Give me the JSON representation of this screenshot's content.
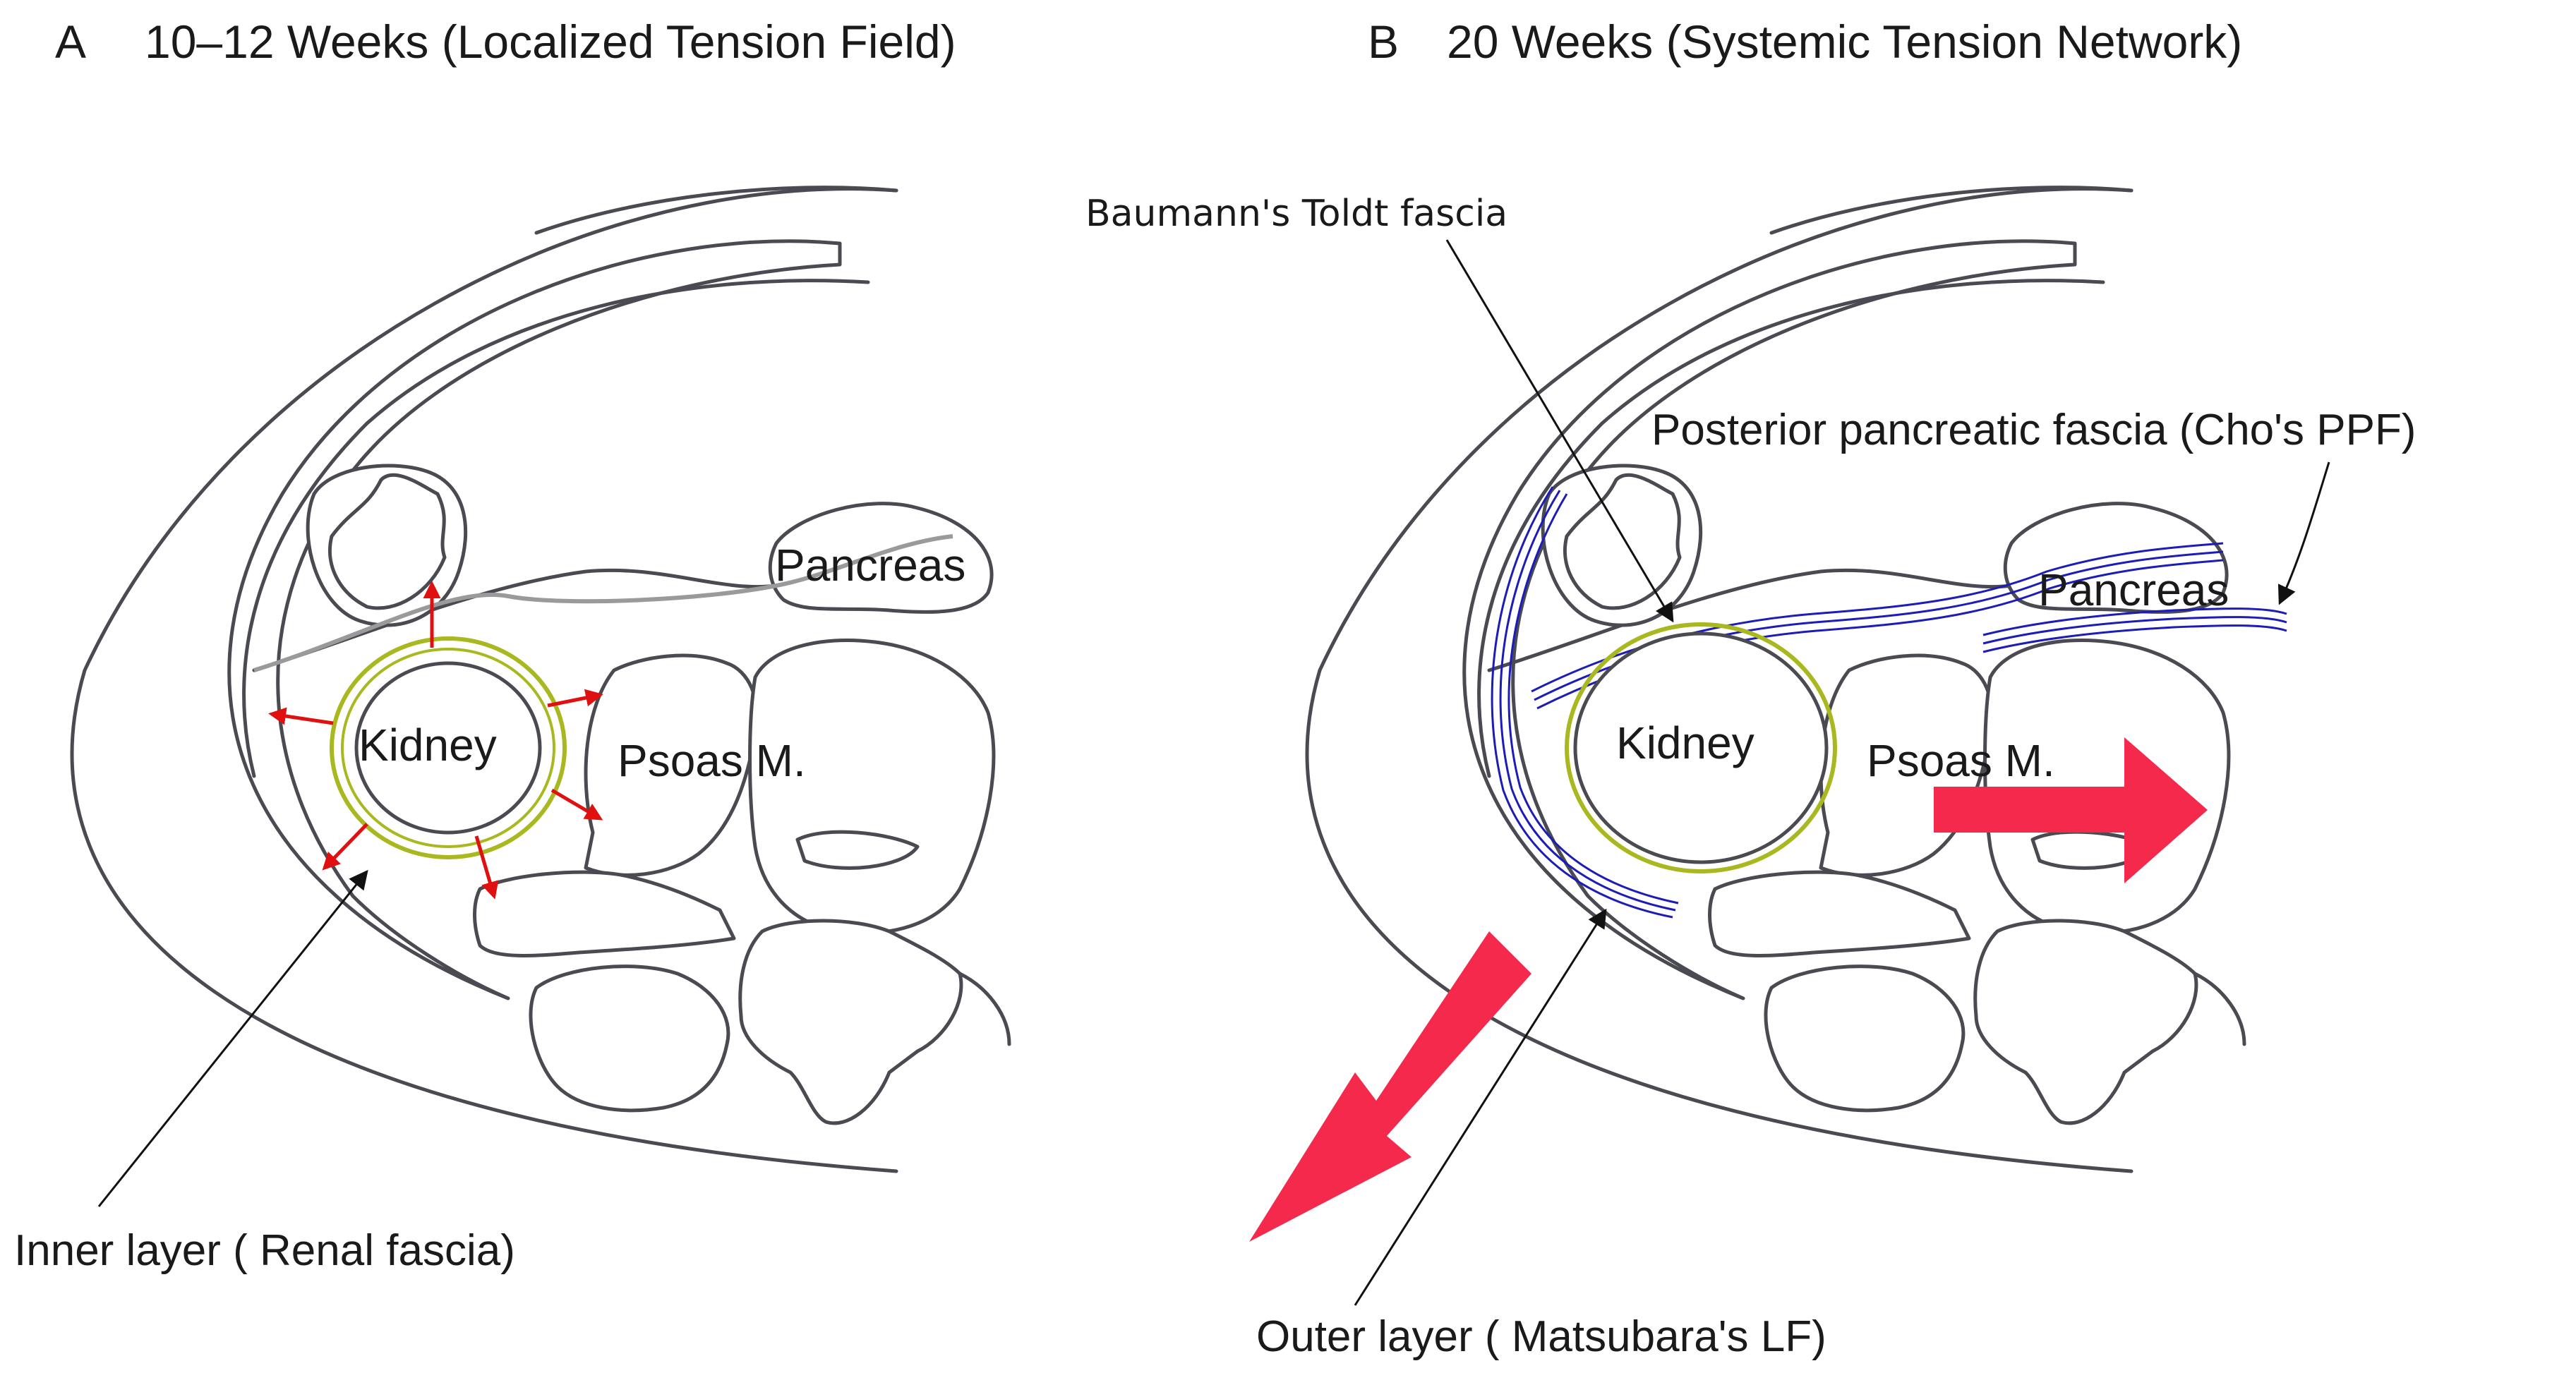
{
  "panels": [
    {
      "letter": "A",
      "title": "10–12 Weeks (Localized Tension Field)",
      "kidney": "Kidney",
      "psoas": "Psoas M.",
      "pancreas": "Pancreas",
      "callout": "Inner layer ( Renal fascia)"
    },
    {
      "letter": "B",
      "title": "20 Weeks (Systemic Tension Network)",
      "kidney": "Kidney",
      "psoas": "Psoas M.",
      "pancreas": "Pancreas",
      "toldt": "Baumann's Toldt fascia",
      "ppf": "Posterior pancreatic fascia (Cho's PPF)",
      "callout": "Outer layer ( Matsubara's LF)"
    }
  ],
  "colors": {
    "outline": "#4a4a52",
    "renal_fascia": "#a8b81e",
    "tension_arrow": "#e01010",
    "fascia_blue": "#1c1cb8",
    "big_arrow": "#f5294c"
  }
}
